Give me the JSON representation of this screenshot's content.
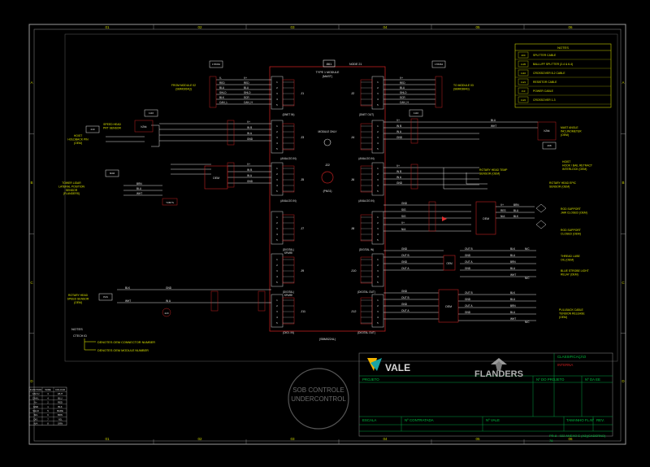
{
  "grid": {
    "cols": [
      "01",
      "02",
      "03",
      "04",
      "05",
      "06"
    ],
    "rows": [
      "A",
      "B",
      "C",
      "D"
    ]
  },
  "title_block": {
    "company_1": "VALE",
    "company_2": "FLANDERS",
    "classificacao_label": "CLASSIFICAÇÃO",
    "classificacao_value": "INTERNA",
    "projeto_label": "PROJETO",
    "n_do_projeto_label": "Nº DO PROJETO",
    "n_da_ee_label": "Nº DA EE",
    "escala_label": "ESCALA",
    "n_contratada_label": "Nº CONTRATADA",
    "n_vale_label": "Nº VALE",
    "tamanho_label": "TAMANHO FL.Nº",
    "rev_label": "REV.",
    "drawing_number": "PR-8 - 022 ANEXO E (A3)(CADERNO)",
    "sheet": "78"
  },
  "watermark": {
    "line1": "SOB CONTROLE",
    "line2": "UNDERCONTROL"
  },
  "notes": {
    "title": "NOTES",
    "items": [
      {
        "code": "200",
        "text": "SPLITTER CABLE"
      },
      {
        "code": "1135",
        "text": "BALLUFF SPLITTER (2-4 & 6-4)"
      },
      {
        "code": "1116",
        "text": "CROSSOVER 8-2 CABLE"
      },
      {
        "code": "1121",
        "text": "RESISTOR CABLE"
      },
      {
        "code": "J13",
        "text": "POWER CABLE"
      },
      {
        "code": "1122",
        "text": "CROSSOVER 1-3"
      }
    ]
  },
  "module": {
    "label": "NODE 21",
    "id": "861",
    "type": "TYPE 1 MODULE",
    "subtype": "(MAST)",
    "bottom_tag": "(SBM0224L)",
    "center_status": "MODULE ONLY",
    "connectors_left": [
      "J1",
      "J3",
      "J5",
      "J7",
      "J9",
      "J11"
    ],
    "connectors_right": [
      "J2",
      "J4",
      "J6",
      "J8",
      "J10",
      "J12"
    ],
    "left_labels": [
      "(DNET IN)",
      "(ANALOG IN)",
      "(ANALOG IN)",
      "(DIGITAL)\nSPARE",
      "(DIGITAL)\nSPARE",
      "(DIGI. IN)"
    ],
    "right_labels": [
      "(DNET OUT)",
      "(ANALOG IN)",
      "(ANALOG IN)",
      "(DIGITAL IN)",
      "(DIGITAL OUT)",
      "(DIGITAL OUT)"
    ]
  },
  "left_devices": [
    {
      "label": "FROM MODULE 02\n(SBM0264Q)",
      "tag": "1T8064"
    },
    {
      "label": "SPEED HEAD\nPRT SENSOR",
      "tag": "1116"
    },
    {
      "label": "HOIST\nHOLDBACK PIN\n(OEM)",
      "tag": "240"
    },
    {
      "label": "TOWER LIDAR\nLATERAL POSITION\nSENSOR\n(FLANDERS)",
      "tag": "6DM"
    },
    {
      "label": "ROTARY HEAD\nSPEED SENSOR\n(OEM)",
      "tag": "PAS"
    }
  ],
  "right_devices": [
    {
      "label": "TO MODULE 03\n(SBM0384G)",
      "tag": "1T8064"
    },
    {
      "label": "MAST ANGLE\nINCLINOMETER\n(OEM)",
      "tag": "298"
    },
    {
      "label": "HOIST\nHOOK / BAIL RETRACT\nINTERLOCK (OEM)",
      "tag": ""
    },
    {
      "label": "ROTARY HEAD TEMP\nSENSOR (OEM)",
      "tag": "1116"
    },
    {
      "label": "ROTARY HEAD EPIC\nSENSOR (OEM)",
      "tag": ""
    },
    {
      "label": "ROD SUPPORT\nJAW CLOSED (OEM)",
      "tag": ""
    },
    {
      "label": "ROD SUPPORT\nCLOSED (OEM)",
      "tag": ""
    },
    {
      "label": "THREAD LUBE\nOIL (OEM)",
      "tag": ""
    },
    {
      "label": "BLUE STROBE LIGHT\nRELAY (OEM)",
      "tag": ""
    },
    {
      "label": "PULLBACK CABLE\nTENSION RELEASE\n(OEM)",
      "tag": ""
    }
  ],
  "wire_labels": [
    "V+",
    "RED",
    "BLU",
    "SHLD",
    "BLK",
    "CAN_L",
    "CAN_H",
    "GND",
    "SIG",
    "OUT A",
    "OUT B",
    "IN A",
    "BRN",
    "WHT",
    "N/C",
    "N/O"
  ],
  "legend": {
    "title": "NOTES",
    "line1": "DENOTES OEM CONNECTOR NUMBER",
    "line2": "DENOTES OEM MODULE NUMBER"
  },
  "small_table": {
    "headers": [
      "FUNCTION",
      "WIRE",
      "COLOUR"
    ],
    "rows": [
      [
        "CAN H",
        "3",
        "WHT"
      ],
      [
        "CAN L",
        "4",
        "BLU"
      ],
      [
        "V+",
        "2",
        "RED"
      ],
      [
        "GND",
        "1",
        "BLK"
      ],
      [
        "SHLD",
        "5",
        "BARE"
      ],
      [
        "SIG",
        "6",
        "BRN"
      ],
      [
        "DIG",
        "7",
        "YEL"
      ],
      [
        "N/A",
        "8",
        "GRN"
      ]
    ]
  },
  "colors": {
    "bg": "#000000",
    "frame": "#b8b8b8",
    "grid_text": "#c8d000",
    "wire": "#e8e8e8",
    "box_red": "#c02020",
    "text_yellow": "#d8e000",
    "text_green": "#00c040",
    "text_magenta": "#d040d0",
    "vale_teal": "#1aa3a3",
    "vale_yellow": "#f2b400"
  }
}
